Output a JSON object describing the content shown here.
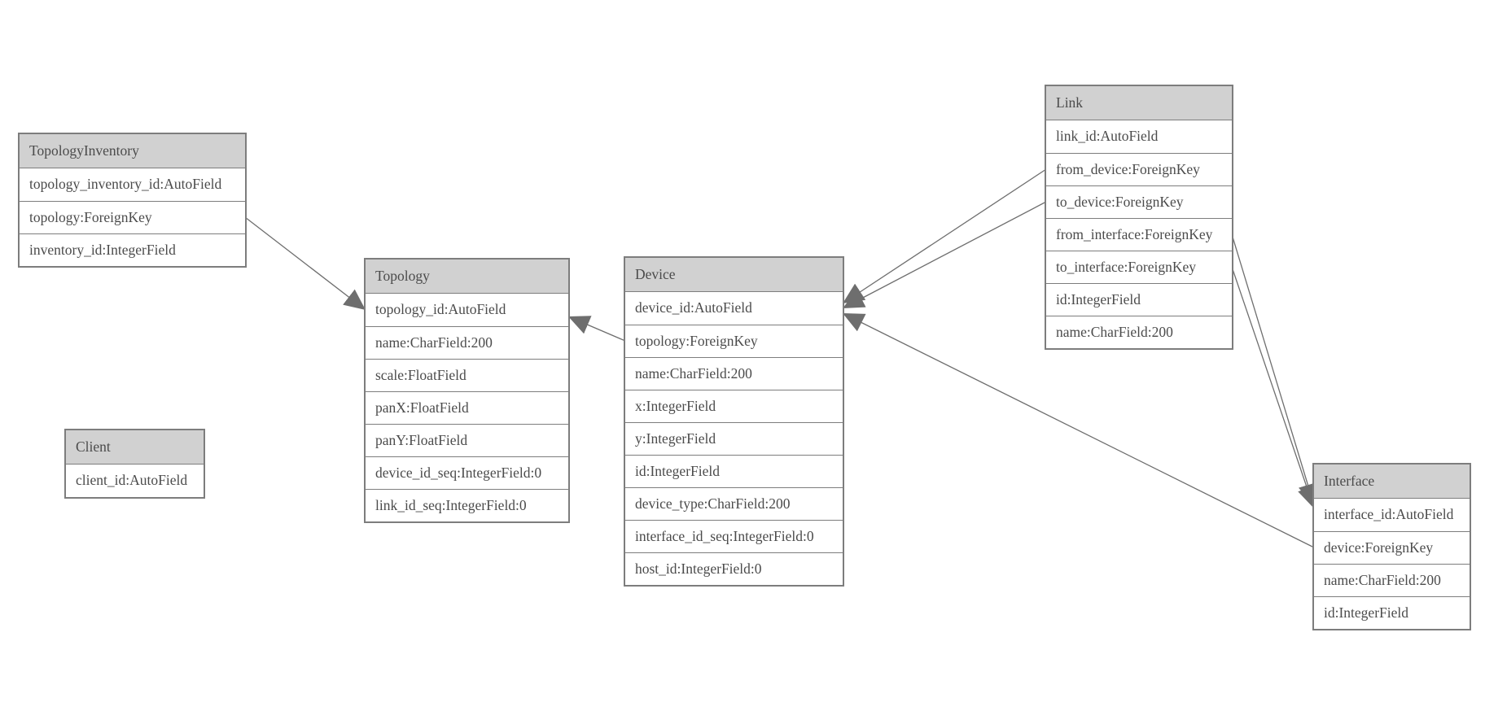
{
  "diagram": {
    "type": "entity-relationship",
    "background_color": "#ffffff",
    "colors": {
      "header_fill": "#d1d1d1",
      "border": "#7d7d7d",
      "text": "#4b4b4b",
      "edge": "#6e6e6e"
    },
    "entities": {
      "topology_inventory": {
        "title": "TopologyInventory",
        "fields": [
          "topology_inventory_id:AutoField",
          "topology:ForeignKey",
          "inventory_id:IntegerField"
        ]
      },
      "topology": {
        "title": "Topology",
        "fields": [
          "topology_id:AutoField",
          "name:CharField:200",
          "scale:FloatField",
          "panX:FloatField",
          "panY:FloatField",
          "device_id_seq:IntegerField:0",
          "link_id_seq:IntegerField:0"
        ]
      },
      "client": {
        "title": "Client",
        "fields": [
          "client_id:AutoField"
        ]
      },
      "device": {
        "title": "Device",
        "fields": [
          "device_id:AutoField",
          "topology:ForeignKey",
          "name:CharField:200",
          "x:IntegerField",
          "y:IntegerField",
          "id:IntegerField",
          "device_type:CharField:200",
          "interface_id_seq:IntegerField:0",
          "host_id:IntegerField:0"
        ]
      },
      "link": {
        "title": "Link",
        "fields": [
          "link_id:AutoField",
          "from_device:ForeignKey",
          "to_device:ForeignKey",
          "from_interface:ForeignKey",
          "to_interface:ForeignKey",
          "id:IntegerField",
          "name:CharField:200"
        ]
      },
      "interface": {
        "title": "Interface",
        "fields": [
          "interface_id:AutoField",
          "device:ForeignKey",
          "name:CharField:200",
          "id:IntegerField"
        ]
      }
    },
    "edges": [
      {
        "from_entity": "topology_inventory",
        "from_field": "topology:ForeignKey",
        "from_side": "right",
        "to_entity": "topology",
        "to_field": "topology_id:AutoField",
        "to_side": "left"
      },
      {
        "from_entity": "device",
        "from_field": "topology:ForeignKey",
        "from_side": "left",
        "to_entity": "topology",
        "to_field": "topology_id:AutoField",
        "to_side": "right"
      },
      {
        "from_entity": "link",
        "from_field": "from_device:ForeignKey",
        "from_side": "left",
        "to_entity": "device",
        "to_field": "device_id:AutoField",
        "to_side": "right"
      },
      {
        "from_entity": "link",
        "from_field": "to_device:ForeignKey",
        "from_side": "left",
        "to_entity": "device",
        "to_field": "device_id:AutoField",
        "to_side": "right"
      },
      {
        "from_entity": "link",
        "from_field": "from_interface:ForeignKey",
        "from_side": "right",
        "to_entity": "interface",
        "to_field": "interface_id:AutoField",
        "to_side": "left"
      },
      {
        "from_entity": "link",
        "from_field": "to_interface:ForeignKey",
        "from_side": "right",
        "to_entity": "interface",
        "to_field": "interface_id:AutoField",
        "to_side": "left"
      },
      {
        "from_entity": "interface",
        "from_field": "device:ForeignKey",
        "from_side": "left",
        "to_entity": "device",
        "to_field": "device_id:AutoField",
        "to_side": "right"
      }
    ]
  }
}
